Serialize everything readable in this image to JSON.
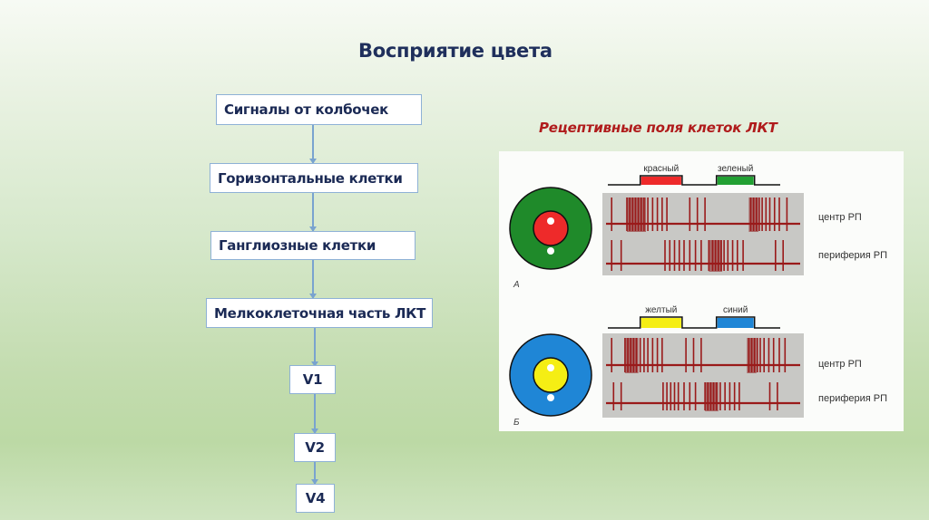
{
  "slide": {
    "title": "Восприятие цвета",
    "subtitle": "Рецептивные поля клеток ЛКТ"
  },
  "flow": {
    "steps": [
      {
        "label": "Сигналы от колбочек"
      },
      {
        "label": "Горизонтальные клетки"
      },
      {
        "label": "Ганглиозные клетки"
      },
      {
        "label": "Мелкоклеточная часть ЛКТ"
      },
      {
        "label": "V1"
      },
      {
        "label": "V2"
      },
      {
        "label": "V4"
      }
    ]
  },
  "figure": {
    "row_labels": {
      "center": "центр РП",
      "periphery": "периферия РП"
    },
    "panels": [
      {
        "letter": "А",
        "outer_color": "#1f8a2a",
        "inner_color": "#ee2a2a",
        "stimuli": [
          {
            "label": "красный",
            "color": "#ee2a2a",
            "start": 0.17,
            "end": 0.39
          },
          {
            "label": "зеленый",
            "color": "#22a033",
            "start": 0.57,
            "end": 0.77
          }
        ],
        "center_spikes": [
          0.02,
          0.1,
          0.115,
          0.13,
          0.145,
          0.16,
          0.175,
          0.19,
          0.21,
          0.235,
          0.26,
          0.285,
          0.31,
          0.43,
          0.47,
          0.51,
          0.75,
          0.765,
          0.78,
          0.795,
          0.81,
          0.83,
          0.85,
          0.875,
          0.9,
          0.94
        ],
        "center_dense": [
          [
            0.1,
            0.2
          ],
          [
            0.74,
            0.79
          ]
        ],
        "periphery_spikes": [
          0.02,
          0.07,
          0.3,
          0.325,
          0.35,
          0.375,
          0.4,
          0.43,
          0.46,
          0.49,
          0.53,
          0.55,
          0.565,
          0.58,
          0.595,
          0.61,
          0.63,
          0.655,
          0.68,
          0.71,
          0.88,
          0.92
        ],
        "periphery_dense": [
          [
            0.53,
            0.6
          ]
        ]
      },
      {
        "letter": "Б",
        "outer_color": "#1f86d6",
        "inner_color": "#f5ee14",
        "stimuli": [
          {
            "label": "желтый",
            "color": "#f5ee14",
            "start": 0.17,
            "end": 0.39
          },
          {
            "label": "синий",
            "color": "#1f86d6",
            "start": 0.57,
            "end": 0.77
          }
        ],
        "center_spikes": [
          0.02,
          0.09,
          0.105,
          0.12,
          0.135,
          0.15,
          0.17,
          0.19,
          0.21,
          0.235,
          0.26,
          0.285,
          0.41,
          0.45,
          0.49,
          0.74,
          0.755,
          0.77,
          0.785,
          0.8,
          0.82,
          0.845,
          0.87,
          0.9,
          0.93
        ],
        "center_dense": [
          [
            0.09,
            0.16
          ],
          [
            0.73,
            0.78
          ]
        ],
        "periphery_spikes": [
          0.03,
          0.07,
          0.29,
          0.31,
          0.33,
          0.35,
          0.37,
          0.4,
          0.43,
          0.46,
          0.51,
          0.525,
          0.54,
          0.555,
          0.57,
          0.59,
          0.615,
          0.64,
          0.665,
          0.69,
          0.85,
          0.89
        ],
        "periphery_dense": [
          [
            0.51,
            0.58
          ]
        ]
      }
    ]
  }
}
